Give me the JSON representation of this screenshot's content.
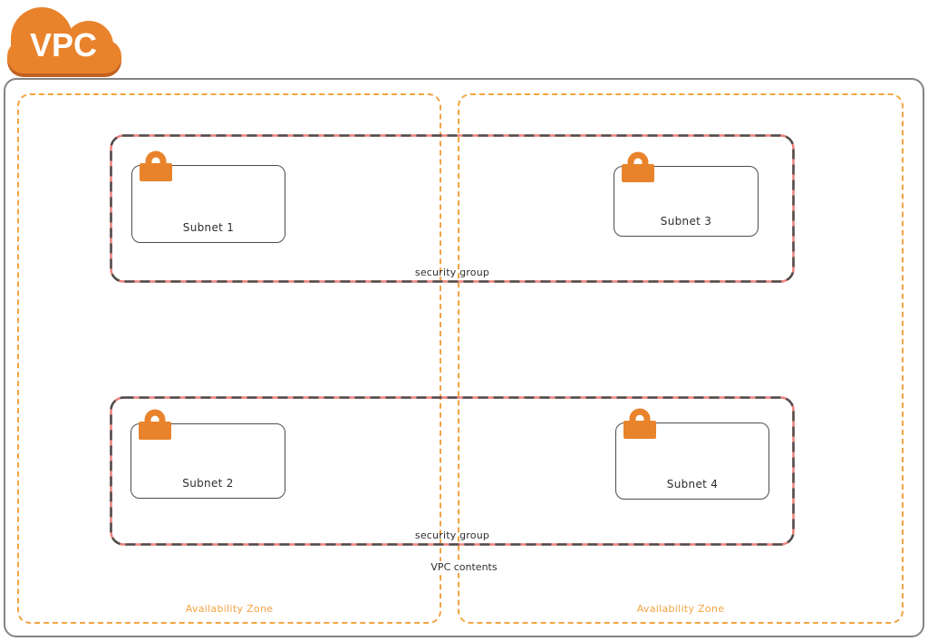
{
  "vpc_icon": {
    "label": "VPC"
  },
  "vpc_box": {
    "label": "VPC contents"
  },
  "availability_zones": [
    {
      "label": "Availability Zone"
    },
    {
      "label": "Availability Zone"
    }
  ],
  "security_groups": [
    {
      "label": "security group",
      "subnets": [
        {
          "name": "Subnet 1"
        },
        {
          "name": "Subnet 3"
        }
      ]
    },
    {
      "label": "security group",
      "subnets": [
        {
          "name": "Subnet 2"
        },
        {
          "name": "Subnet 4"
        }
      ]
    }
  ],
  "colors": {
    "aws_orange": "#e8832c",
    "aws_orange_shadow": "#c2611f",
    "az_dash_orange": "#f2a444",
    "az_label_orange": "#f5a341",
    "security_group_dash_dark": "#4d4d4d",
    "security_group_dash_red": "#f0807a",
    "outer_border_gray": "#848484",
    "subnet_border": "#4d4d4d",
    "label_dark": "#2d2d2d"
  }
}
